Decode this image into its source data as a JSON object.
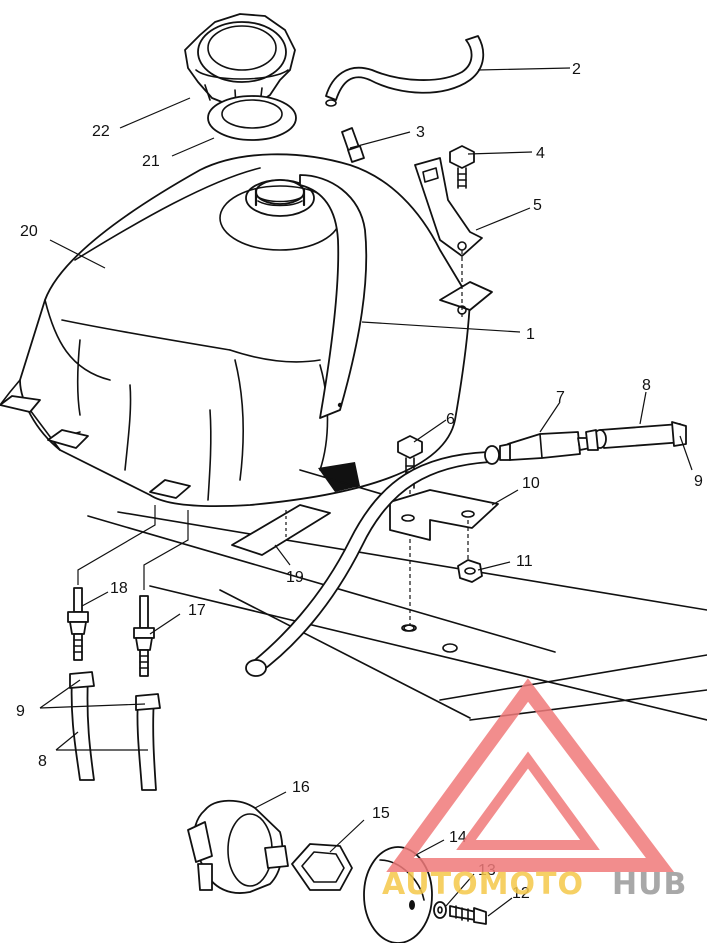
{
  "callouts": [
    {
      "id": "c1",
      "label": "1"
    },
    {
      "id": "c2",
      "label": "2"
    },
    {
      "id": "c3",
      "label": "3"
    },
    {
      "id": "c4",
      "label": "4"
    },
    {
      "id": "c5",
      "label": "5"
    },
    {
      "id": "c6",
      "label": "6"
    },
    {
      "id": "c7",
      "label": "7"
    },
    {
      "id": "c8a",
      "label": "8"
    },
    {
      "id": "c8b",
      "label": "8"
    },
    {
      "id": "c9a",
      "label": "9"
    },
    {
      "id": "c9b",
      "label": "9"
    },
    {
      "id": "c10",
      "label": "10"
    },
    {
      "id": "c11",
      "label": "11"
    },
    {
      "id": "c12",
      "label": "12"
    },
    {
      "id": "c13",
      "label": "13"
    },
    {
      "id": "c14",
      "label": "14"
    },
    {
      "id": "c15",
      "label": "15"
    },
    {
      "id": "c16",
      "label": "16"
    },
    {
      "id": "c17",
      "label": "17"
    },
    {
      "id": "c18",
      "label": "18"
    },
    {
      "id": "c19",
      "label": "19"
    },
    {
      "id": "c20",
      "label": "20"
    },
    {
      "id": "c21",
      "label": "21"
    },
    {
      "id": "c22",
      "label": "22"
    }
  ],
  "watermark": {
    "text_auto": "AUTOMOTO",
    "text_hub": "HUB",
    "color_red": "#f07a7a",
    "color_yellow": "#f5c84a",
    "color_gray": "#9a9a9a"
  }
}
